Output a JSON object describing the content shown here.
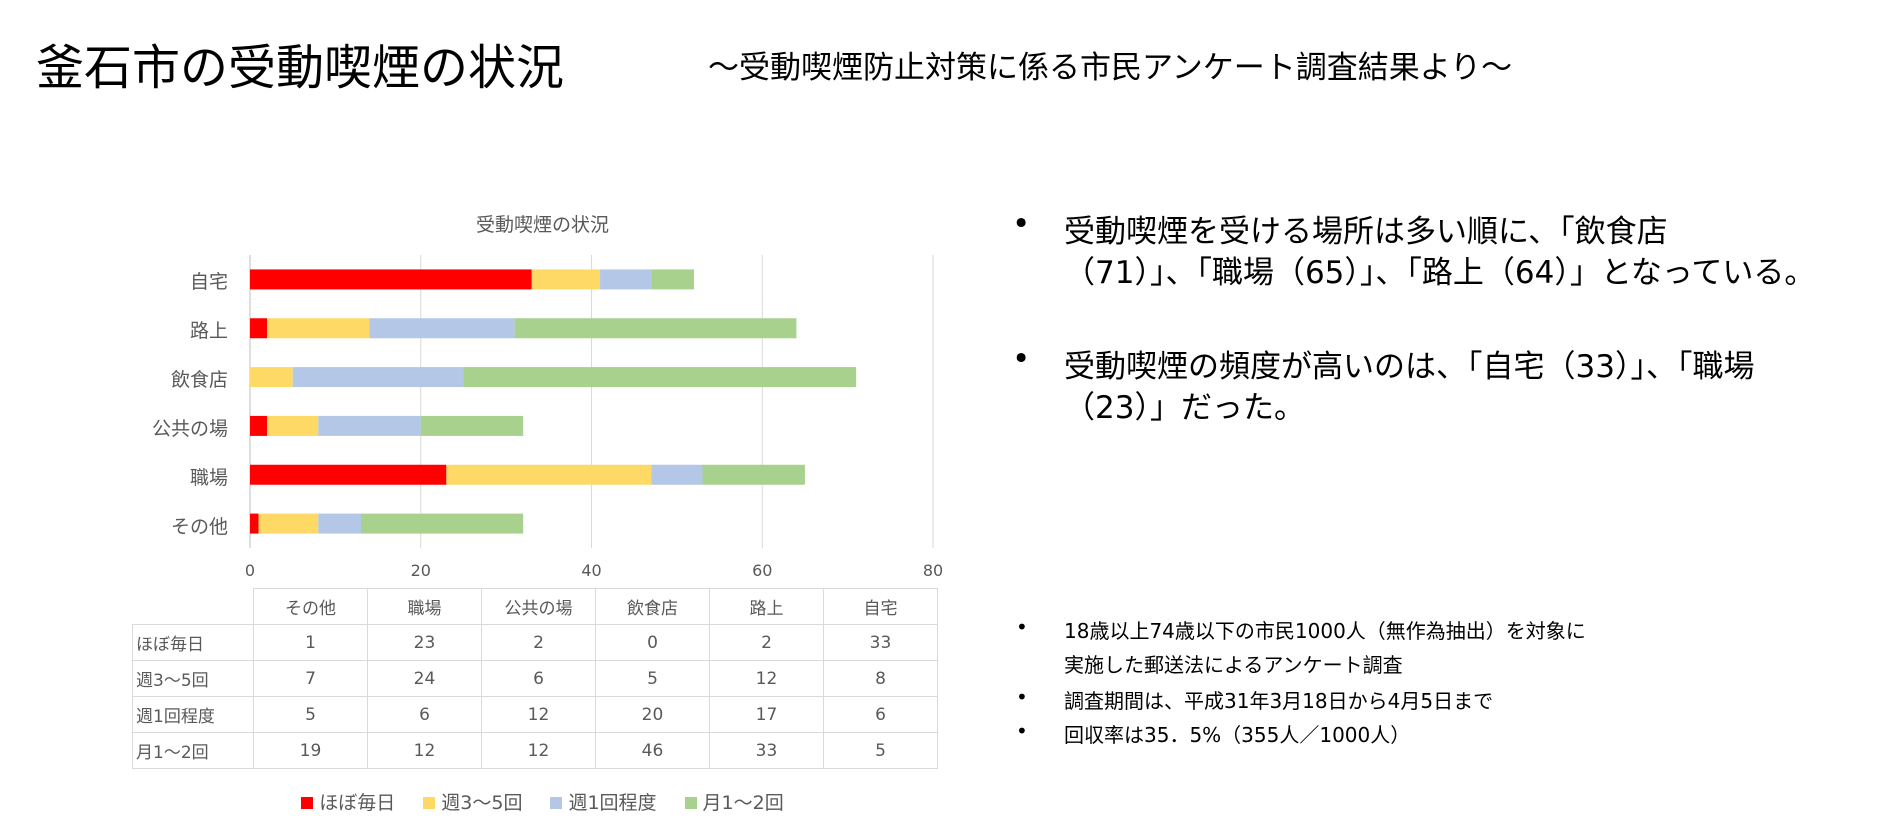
{
  "header": {
    "title": "釜石市の受動喫煙の状況",
    "subtitle": "～受動喫煙防止対策に係る市民アンケート調査結果より～"
  },
  "chart_data": {
    "type": "bar",
    "orientation": "horizontal",
    "stacked": true,
    "title": "受動喫煙の状況",
    "categories": [
      "その他",
      "職場",
      "公共の場",
      "飲食店",
      "路上",
      "自宅"
    ],
    "series": [
      {
        "name": "ほぼ毎日",
        "color": "#ff0000",
        "values": [
          1,
          23,
          2,
          0,
          2,
          33
        ]
      },
      {
        "name": "週3～5回",
        "color": "#ffd966",
        "values": [
          7,
          24,
          6,
          5,
          12,
          8
        ]
      },
      {
        "name": "週1回程度",
        "color": "#b4c7e7",
        "values": [
          5,
          6,
          12,
          20,
          17,
          6
        ]
      },
      {
        "name": "月1～2回",
        "color": "#a9d18e",
        "values": [
          19,
          12,
          12,
          46,
          33,
          5
        ]
      }
    ],
    "xlim": [
      0,
      80
    ],
    "xticks": [
      "0",
      "20",
      "40",
      "60",
      "80"
    ],
    "grid": true,
    "legend": "bottom",
    "data_table": true
  },
  "bullets_main": [
    [
      "受動喫煙を受ける場所は多い順に、「飲食店",
      "（71）」、「職場（65）」、「路上（64）」となっている。"
    ],
    [
      "受動喫煙の頻度が高いのは、「自宅（33）」、「職場",
      "（23）」だった。"
    ]
  ],
  "bullets_notes": [
    [
      "18歳以上74歳以下の市民1000人（無作為抽出）を対象に",
      "実施した郵送法によるアンケート調査"
    ],
    [
      "調査期間は、平成31年3月18日から4月5日まで"
    ],
    [
      "回収率は35．5%（355人／1000人）"
    ]
  ],
  "bullet_char": "•"
}
